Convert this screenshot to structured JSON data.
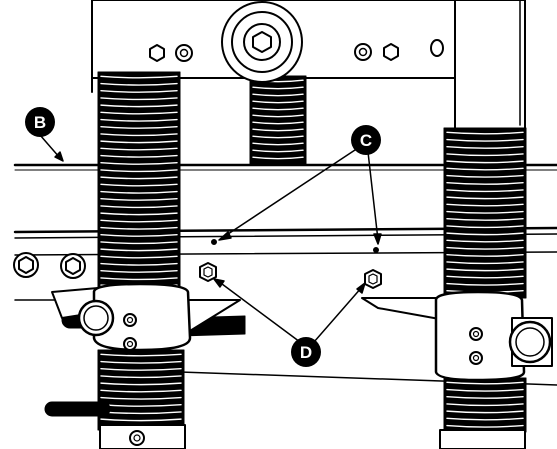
{
  "callouts": {
    "b": "B",
    "c": "C",
    "d": "D"
  },
  "colors": {
    "line": "#000000",
    "fill": "#ffffff",
    "callout_bg": "#000000",
    "callout_text": "#ffffff"
  }
}
